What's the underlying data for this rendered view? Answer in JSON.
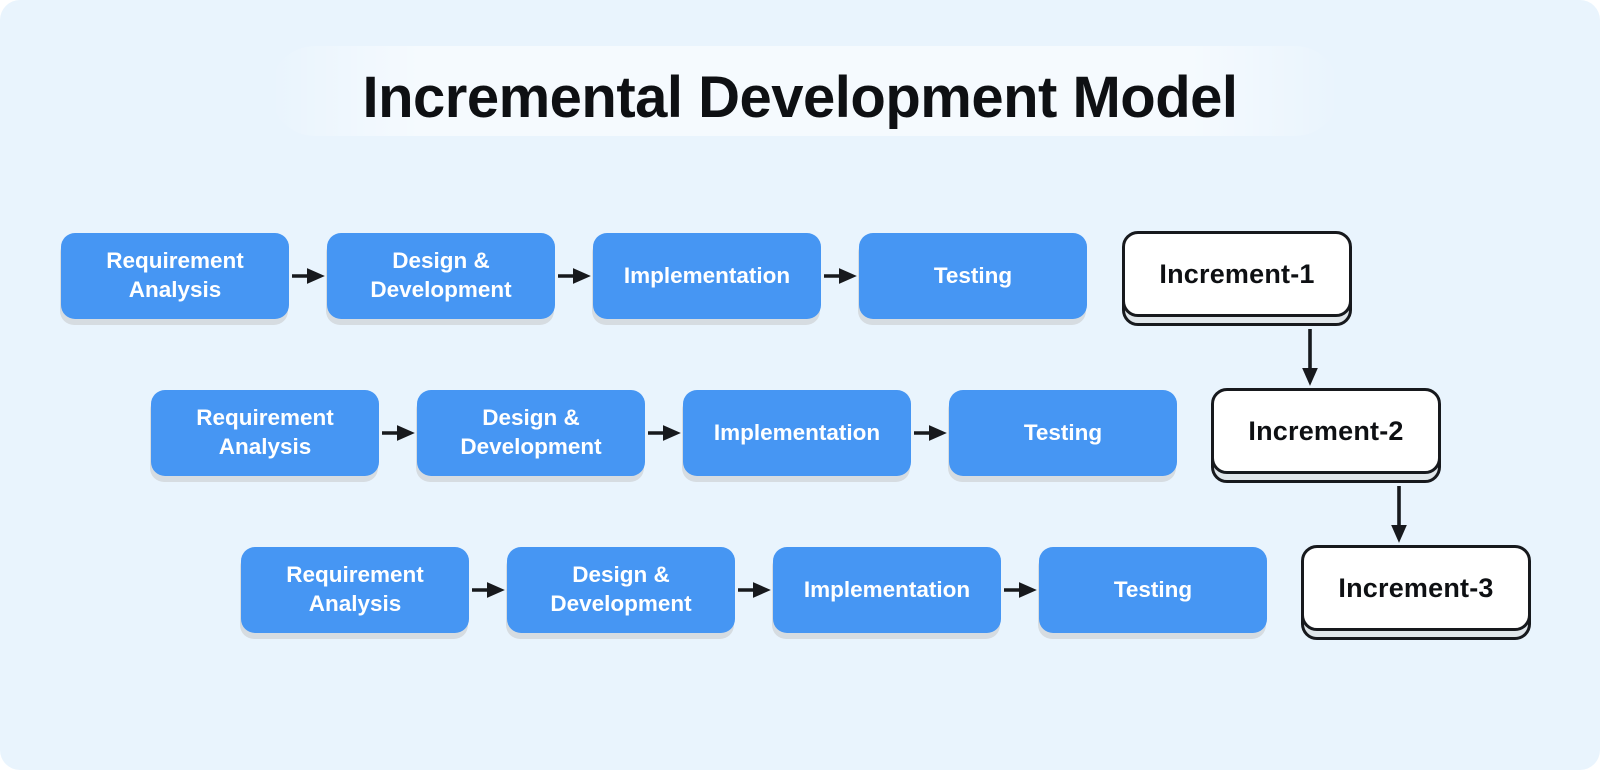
{
  "title": "Incremental Development Model",
  "rows": [
    {
      "stages": [
        {
          "label": "Requirement Analysis"
        },
        {
          "label": "Design & Development"
        },
        {
          "label": "Implementation"
        },
        {
          "label": "Testing"
        }
      ],
      "increment": {
        "label": "Increment-1"
      }
    },
    {
      "stages": [
        {
          "label": "Requirement Analysis"
        },
        {
          "label": "Design & Development"
        },
        {
          "label": "Implementation"
        },
        {
          "label": "Testing"
        }
      ],
      "increment": {
        "label": "Increment-2"
      }
    },
    {
      "stages": [
        {
          "label": "Requirement Analysis"
        },
        {
          "label": "Design & Development"
        },
        {
          "label": "Implementation"
        },
        {
          "label": "Testing"
        }
      ],
      "increment": {
        "label": "Increment-3"
      }
    }
  ],
  "colors": {
    "canvas_background": "#e9f4fd",
    "page_background": "#ffffff",
    "stage_fill": "#4696f3",
    "stage_text": "#ffffff",
    "stage_base_shadow": "#d6dce1",
    "increment_fill": "#ffffff",
    "increment_back_fill": "#e0e6ea",
    "increment_border": "#17191d",
    "title_text": "#0e1013",
    "arrow": "#17191d"
  }
}
